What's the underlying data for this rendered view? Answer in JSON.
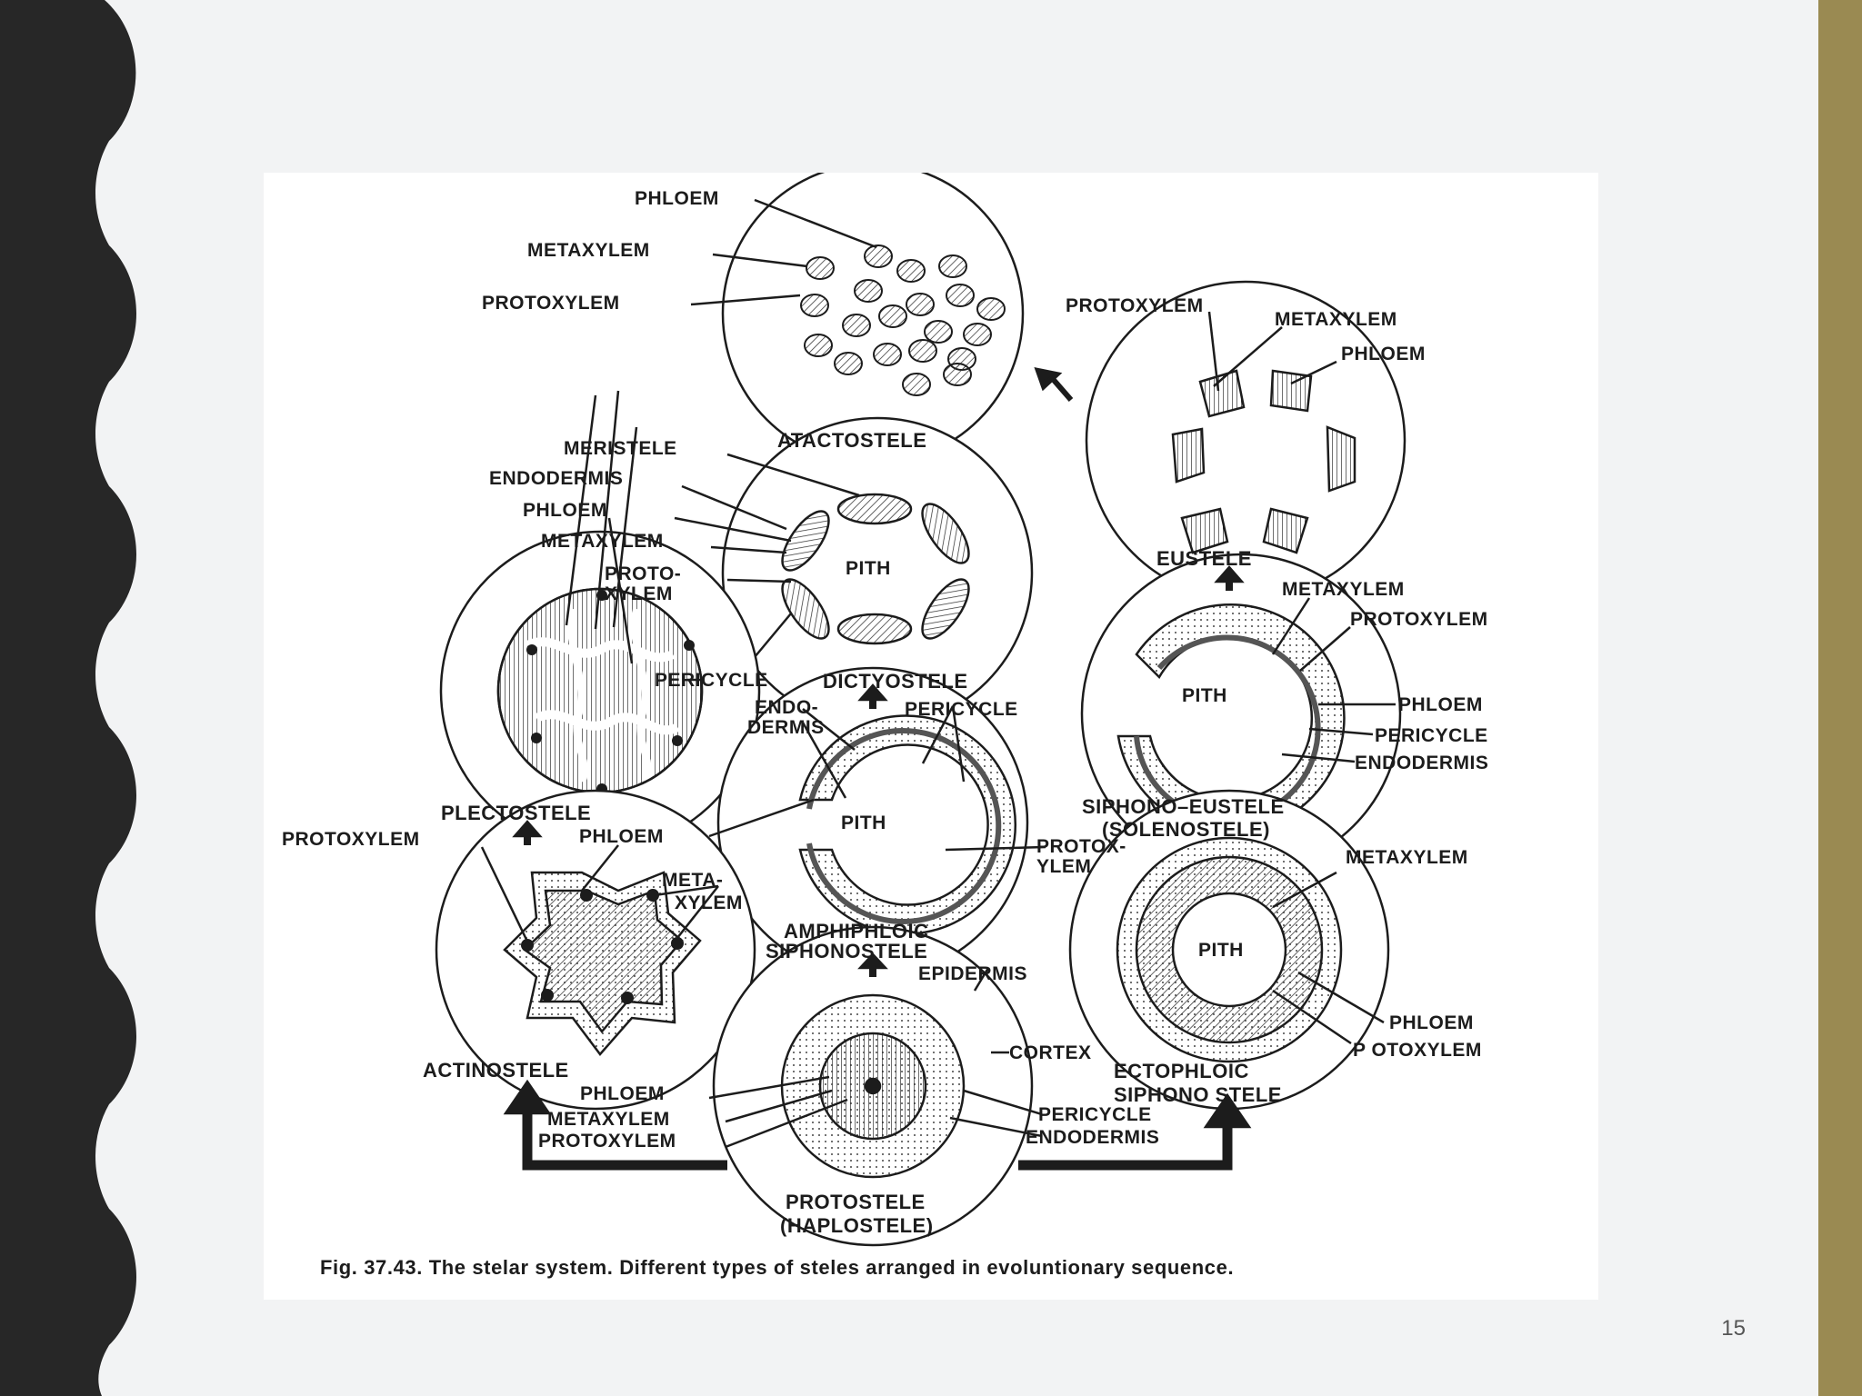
{
  "slide": {
    "page_number": "15",
    "colors": {
      "band": "#272727",
      "accent_bar": "#9a8a52",
      "background": "#f2f3f4"
    }
  },
  "figure": {
    "caption": "Fig. 37.43. The stelar system. Different types of steles arranged in evoluntionary sequence.",
    "steles": {
      "atactostele": {
        "title": "ATACTOSTELE",
        "labels": [
          "PHLOEM",
          "METAXYLEM",
          "PROTOXYLEM"
        ]
      },
      "eustele": {
        "title": "EUSTELE",
        "labels": [
          "PROTOXYLEM",
          "METAXYLEM",
          "PHLOEM"
        ]
      },
      "dictyostele": {
        "title": "DICTYOSTELE",
        "center": "PITH",
        "labels": [
          "MERISTELE",
          "ENDODERMIS",
          "PHLOEM",
          "METAXYLEM",
          "PROTO-",
          "XYLEM",
          "PERICYCLE"
        ]
      },
      "plectostele": {
        "title": "PLECTOSTELE"
      },
      "siphono_eustele": {
        "title": "SIPHONO–EUSTELE",
        "subtitle": "(SOLENOSTELE)",
        "center": "PITH",
        "labels": [
          "METAXYLEM",
          "PROTOXYLEM",
          "PHLOEM",
          "PERICYCLE",
          "ENDODERMIS"
        ]
      },
      "amphiphloic": {
        "title": "AMPHIPHLOIC",
        "subtitle": "SIPHONOSTELE",
        "center": "PITH",
        "labels": [
          "ENDO-",
          "DERMIS",
          "PERICYCLE",
          "PHLOEM",
          "PROTOX-",
          "YLEM"
        ]
      },
      "actinostele": {
        "title": "ACTINOSTELE",
        "labels": [
          "PROTOXYLEM",
          "META-",
          "XYLEM"
        ]
      },
      "ectophloic": {
        "title": "ECTOPHLOIC",
        "subtitle": "SIPHONO STELE",
        "center": "PITH",
        "labels": [
          "METAXYLEM",
          "PHLOEM",
          "P  OTOXYLEM"
        ]
      },
      "protostele": {
        "title": "PROTOSTELE",
        "subtitle": "(HAPLOSTELE)",
        "labels": [
          "EPIDERMIS",
          "CORTEX",
          "PHLOEM",
          "METAXYLEM",
          "PROTOXYLEM",
          "PERICYCLE",
          "ENDODERMIS"
        ]
      }
    }
  }
}
